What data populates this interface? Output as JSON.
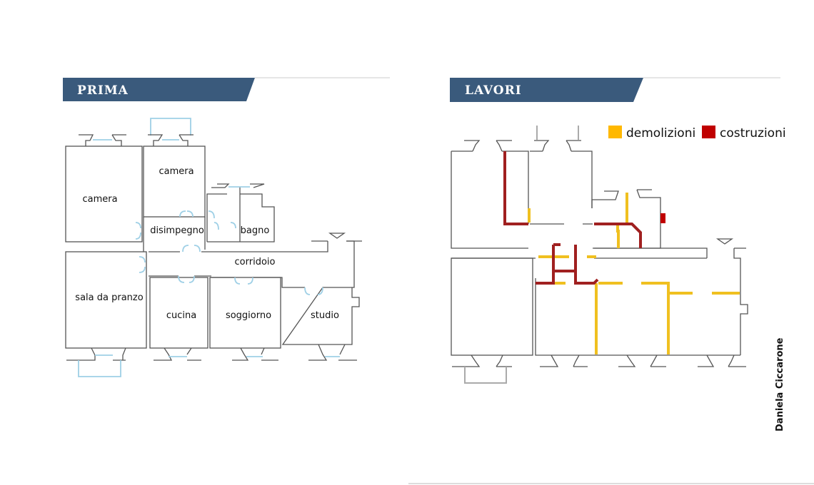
{
  "panels": {
    "before": {
      "title": "PRIMA",
      "rooms": [
        "camera",
        "camera",
        "disimpegno",
        "bagno",
        "corridoio",
        "sala da pranzo",
        "cucina",
        "soggiorno",
        "studio"
      ]
    },
    "works": {
      "title": "LAVORI",
      "legend": [
        {
          "label": "demolizioni",
          "color": "#FFB800"
        },
        {
          "label": "costruzioni",
          "color": "#C00000"
        }
      ]
    }
  },
  "credit": "Daniela Ciccarone",
  "colors": {
    "header": "#3A5A7C",
    "wall": "#555555",
    "window": "#9FD0E6",
    "demolition": "#F0C020",
    "construction": "#A02020"
  }
}
